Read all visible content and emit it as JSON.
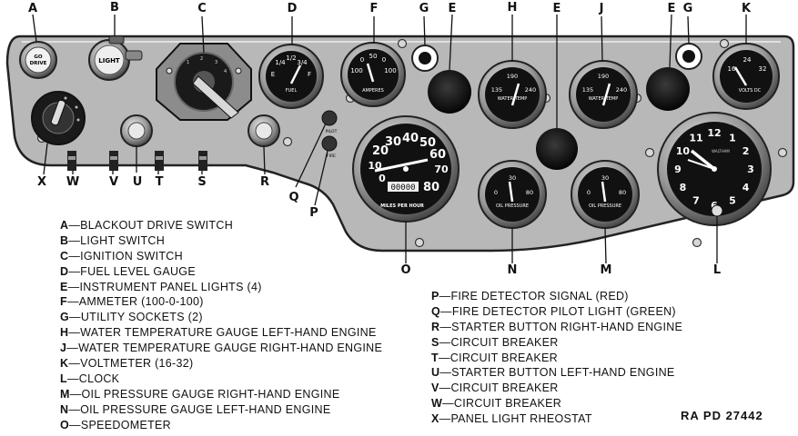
{
  "callouts": {
    "A": "A",
    "B": "B",
    "C": "C",
    "D": "D",
    "F": "F",
    "G1": "G",
    "E1": "E",
    "H": "H",
    "E2": "E",
    "J": "J",
    "E3": "E",
    "G2": "G",
    "K": "K",
    "X": "X",
    "W": "W",
    "V": "V",
    "U": "U",
    "T": "T",
    "S": "S",
    "R": "R",
    "Q": "Q",
    "P": "P",
    "O": "O",
    "N": "N",
    "M": "M",
    "L": "L"
  },
  "gauges": {
    "blackout": "GO\nDRIVE",
    "light": "LIGHT",
    "fuel": {
      "e": "E",
      "f": "F",
      "q1": "1/4",
      "q2": "1/2",
      "q3": "3/4",
      "label": "FUEL"
    },
    "ammeter": {
      "top": "50",
      "l1": "0",
      "r1": "0",
      "ll": "100",
      "rr": "100",
      "label": "AMPERES"
    },
    "water_left": {
      "t1": "190",
      "t2": "135",
      "t3": "240",
      "label": "WATER TEMP"
    },
    "water_right": {
      "t1": "190",
      "t2": "135",
      "t3": "240",
      "label": "WATER TEMP"
    },
    "voltmeter": {
      "t1": "24",
      "t2": "16",
      "t3": "32",
      "label": "VOLTS DC"
    },
    "speedometer": {
      "ticks": [
        "0",
        "10",
        "20",
        "30",
        "40",
        "50",
        "60",
        "70",
        "80"
      ],
      "odometer": "00000",
      "label": "MILES PER HOUR"
    },
    "oil_left": {
      "t1": "30",
      "t2": "0",
      "t3": "80",
      "label": "OIL PRESSURE"
    },
    "oil_right": {
      "t1": "30",
      "t2": "0",
      "t3": "80",
      "label": "OIL PRESSURE"
    },
    "clock": [
      "12",
      "1",
      "2",
      "3",
      "4",
      "5",
      "6",
      "7",
      "8",
      "9",
      "10",
      "11"
    ],
    "clock_text": "WALTHAM",
    "fire_labels": {
      "pilot": "PILOT",
      "fire": "FIRE"
    }
  },
  "legend_left": [
    {
      "key": "A",
      "text": "—BLACKOUT DRIVE SWITCH"
    },
    {
      "key": "B",
      "text": "—LIGHT SWITCH"
    },
    {
      "key": "C",
      "text": "—IGNITION SWITCH"
    },
    {
      "key": "D",
      "text": "—FUEL LEVEL GAUGE"
    },
    {
      "key": "E",
      "text": "—INSTRUMENT PANEL LIGHTS (4)"
    },
    {
      "key": "F",
      "text": "—AMMETER (100-0-100)"
    },
    {
      "key": "G",
      "text": "—UTILITY SOCKETS (2)"
    },
    {
      "key": "H",
      "text": "—WATER TEMPERATURE GAUGE LEFT-HAND ENGINE"
    },
    {
      "key": "J",
      "text": "—WATER TEMPERATURE GAUGE RIGHT-HAND ENGINE"
    },
    {
      "key": "K",
      "text": "—VOLTMETER (16-32)"
    },
    {
      "key": "L",
      "text": "—CLOCK"
    },
    {
      "key": "M",
      "text": "—OIL PRESSURE GAUGE RIGHT-HAND ENGINE"
    },
    {
      "key": "N",
      "text": "—OIL PRESSURE GAUGE LEFT-HAND ENGINE"
    },
    {
      "key": "O",
      "text": "—SPEEDOMETER"
    }
  ],
  "legend_right": [
    {
      "key": "P",
      "text": "—FIRE DETECTOR SIGNAL (RED)"
    },
    {
      "key": "Q",
      "text": "—FIRE DETECTOR PILOT LIGHT (GREEN)"
    },
    {
      "key": "R",
      "text": "—STARTER BUTTON RIGHT-HAND ENGINE"
    },
    {
      "key": "S",
      "text": "—CIRCUIT BREAKER"
    },
    {
      "key": "T",
      "text": "—CIRCUIT BREAKER"
    },
    {
      "key": "U",
      "text": "—STARTER BUTTON LEFT-HAND ENGINE"
    },
    {
      "key": "V",
      "text": "—CIRCUIT BREAKER"
    },
    {
      "key": "W",
      "text": "—CIRCUIT BREAKER"
    },
    {
      "key": "X",
      "text": "—PANEL LIGHT RHEOSTAT"
    }
  ],
  "reference": "RA PD 27442"
}
